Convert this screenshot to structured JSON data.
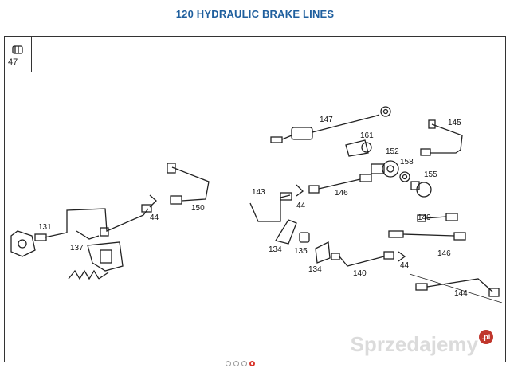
{
  "title": "120 HYDRAULIC BRAKE LINES",
  "inset_part": "47",
  "parts": [
    {
      "id": "147",
      "label": "147"
    },
    {
      "id": "161",
      "label": "161"
    },
    {
      "id": "145",
      "label": "145"
    },
    {
      "id": "152",
      "label": "152"
    },
    {
      "id": "158",
      "label": "158"
    },
    {
      "id": "155",
      "label": "155"
    },
    {
      "id": "143",
      "label": "143"
    },
    {
      "id": "146a",
      "label": "146"
    },
    {
      "id": "44a",
      "label": "44"
    },
    {
      "id": "44b",
      "label": "44"
    },
    {
      "id": "150",
      "label": "150"
    },
    {
      "id": "131",
      "label": "131"
    },
    {
      "id": "137",
      "label": "137"
    },
    {
      "id": "149",
      "label": "149"
    },
    {
      "id": "146b",
      "label": "146"
    },
    {
      "id": "134a",
      "label": "134"
    },
    {
      "id": "135",
      "label": "135"
    },
    {
      "id": "134b",
      "label": "134"
    },
    {
      "id": "140",
      "label": "140"
    },
    {
      "id": "44c",
      "label": "44"
    },
    {
      "id": "144",
      "label": "144"
    }
  ],
  "watermark": "Sprzedajemy",
  "watermark_badge": ".pl",
  "pagination": {
    "count": 4,
    "active": 3
  }
}
